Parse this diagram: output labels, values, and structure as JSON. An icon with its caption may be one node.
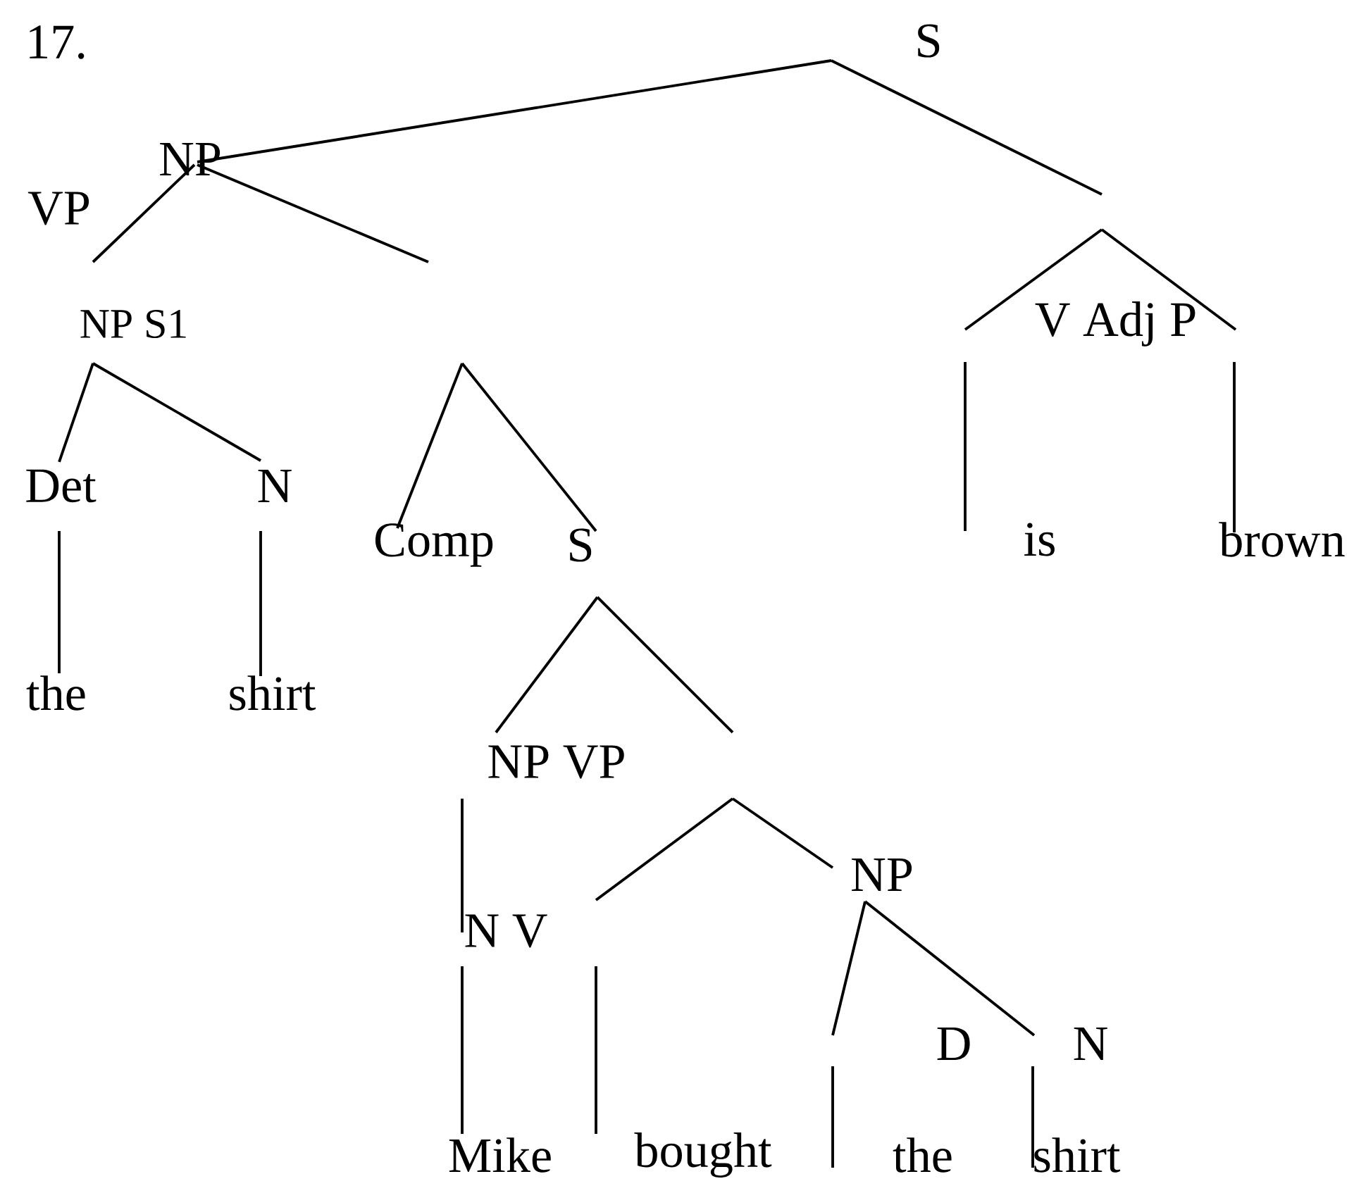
{
  "diagram": {
    "nodes": [
      {
        "text": [
          "S"
        ]
      },
      {
        "text": [
          "NP"
        ]
      },
      {
        "text": [
          "NP S1"
        ]
      },
      {
        "text": [
          "Det"
        ]
      },
      {
        "text": [
          "N"
        ]
      },
      {
        "text": [
          "the"
        ]
      },
      {
        "text": [
          "shirt"
        ]
      },
      {
        "text": [
          "Comp"
        ]
      },
      {
        "text": [
          "S"
        ]
      },
      {
        "text": [
          "NP VP"
        ]
      },
      {
        "text": [
          "N V"
        ]
      },
      {
        "text": [
          "NP"
        ]
      },
      {
        "text": [
          "D"
        ]
      },
      {
        "text": [
          "N"
        ]
      },
      {
        "text": [
          "Mike"
        ]
      },
      {
        "text": [
          "bought"
        ]
      },
      {
        "text": [
          "the"
        ]
      },
      {
        "text": [
          "shirt"
        ]
      },
      {
        "text": [
          "V Adj P"
        ]
      },
      {
        "text": [
          "is"
        ]
      },
      {
        "text": [
          "brown"
        ]
      }
    ],
    "edges": [
      {
        "from": 0,
        "to": 1,
        "arrow": "none"
      },
      {
        "from": 0,
        "to": null,
        "arrow": "none"
      },
      {
        "from": 1,
        "to": null,
        "arrow": "none"
      },
      {
        "from": 1,
        "to": null,
        "arrow": "none"
      },
      {
        "from": 2,
        "to": 3,
        "arrow": "none"
      },
      {
        "from": 2,
        "to": 4,
        "arrow": "none"
      },
      {
        "from": 3,
        "to": 5,
        "arrow": "none"
      },
      {
        "from": 4,
        "to": 6,
        "arrow": "none"
      },
      {
        "from": null,
        "to": 7,
        "arrow": "none"
      },
      {
        "from": null,
        "to": 8,
        "arrow": "none"
      },
      {
        "from": 9,
        "to": 10,
        "arrow": "none"
      },
      {
        "from": null,
        "to": 11,
        "arrow": "none"
      },
      {
        "from": 10,
        "to": 14,
        "arrow": "none"
      },
      {
        "from": 11,
        "to": null,
        "arrow": "none"
      },
      {
        "from": 11,
        "to": null,
        "arrow": "none"
      },
      {
        "from": null,
        "to": 17,
        "arrow": "none"
      },
      {
        "from": null,
        "to": 20,
        "arrow": "none"
      }
    ],
    "labels": [
      "17.",
      "VP"
    ]
  }
}
